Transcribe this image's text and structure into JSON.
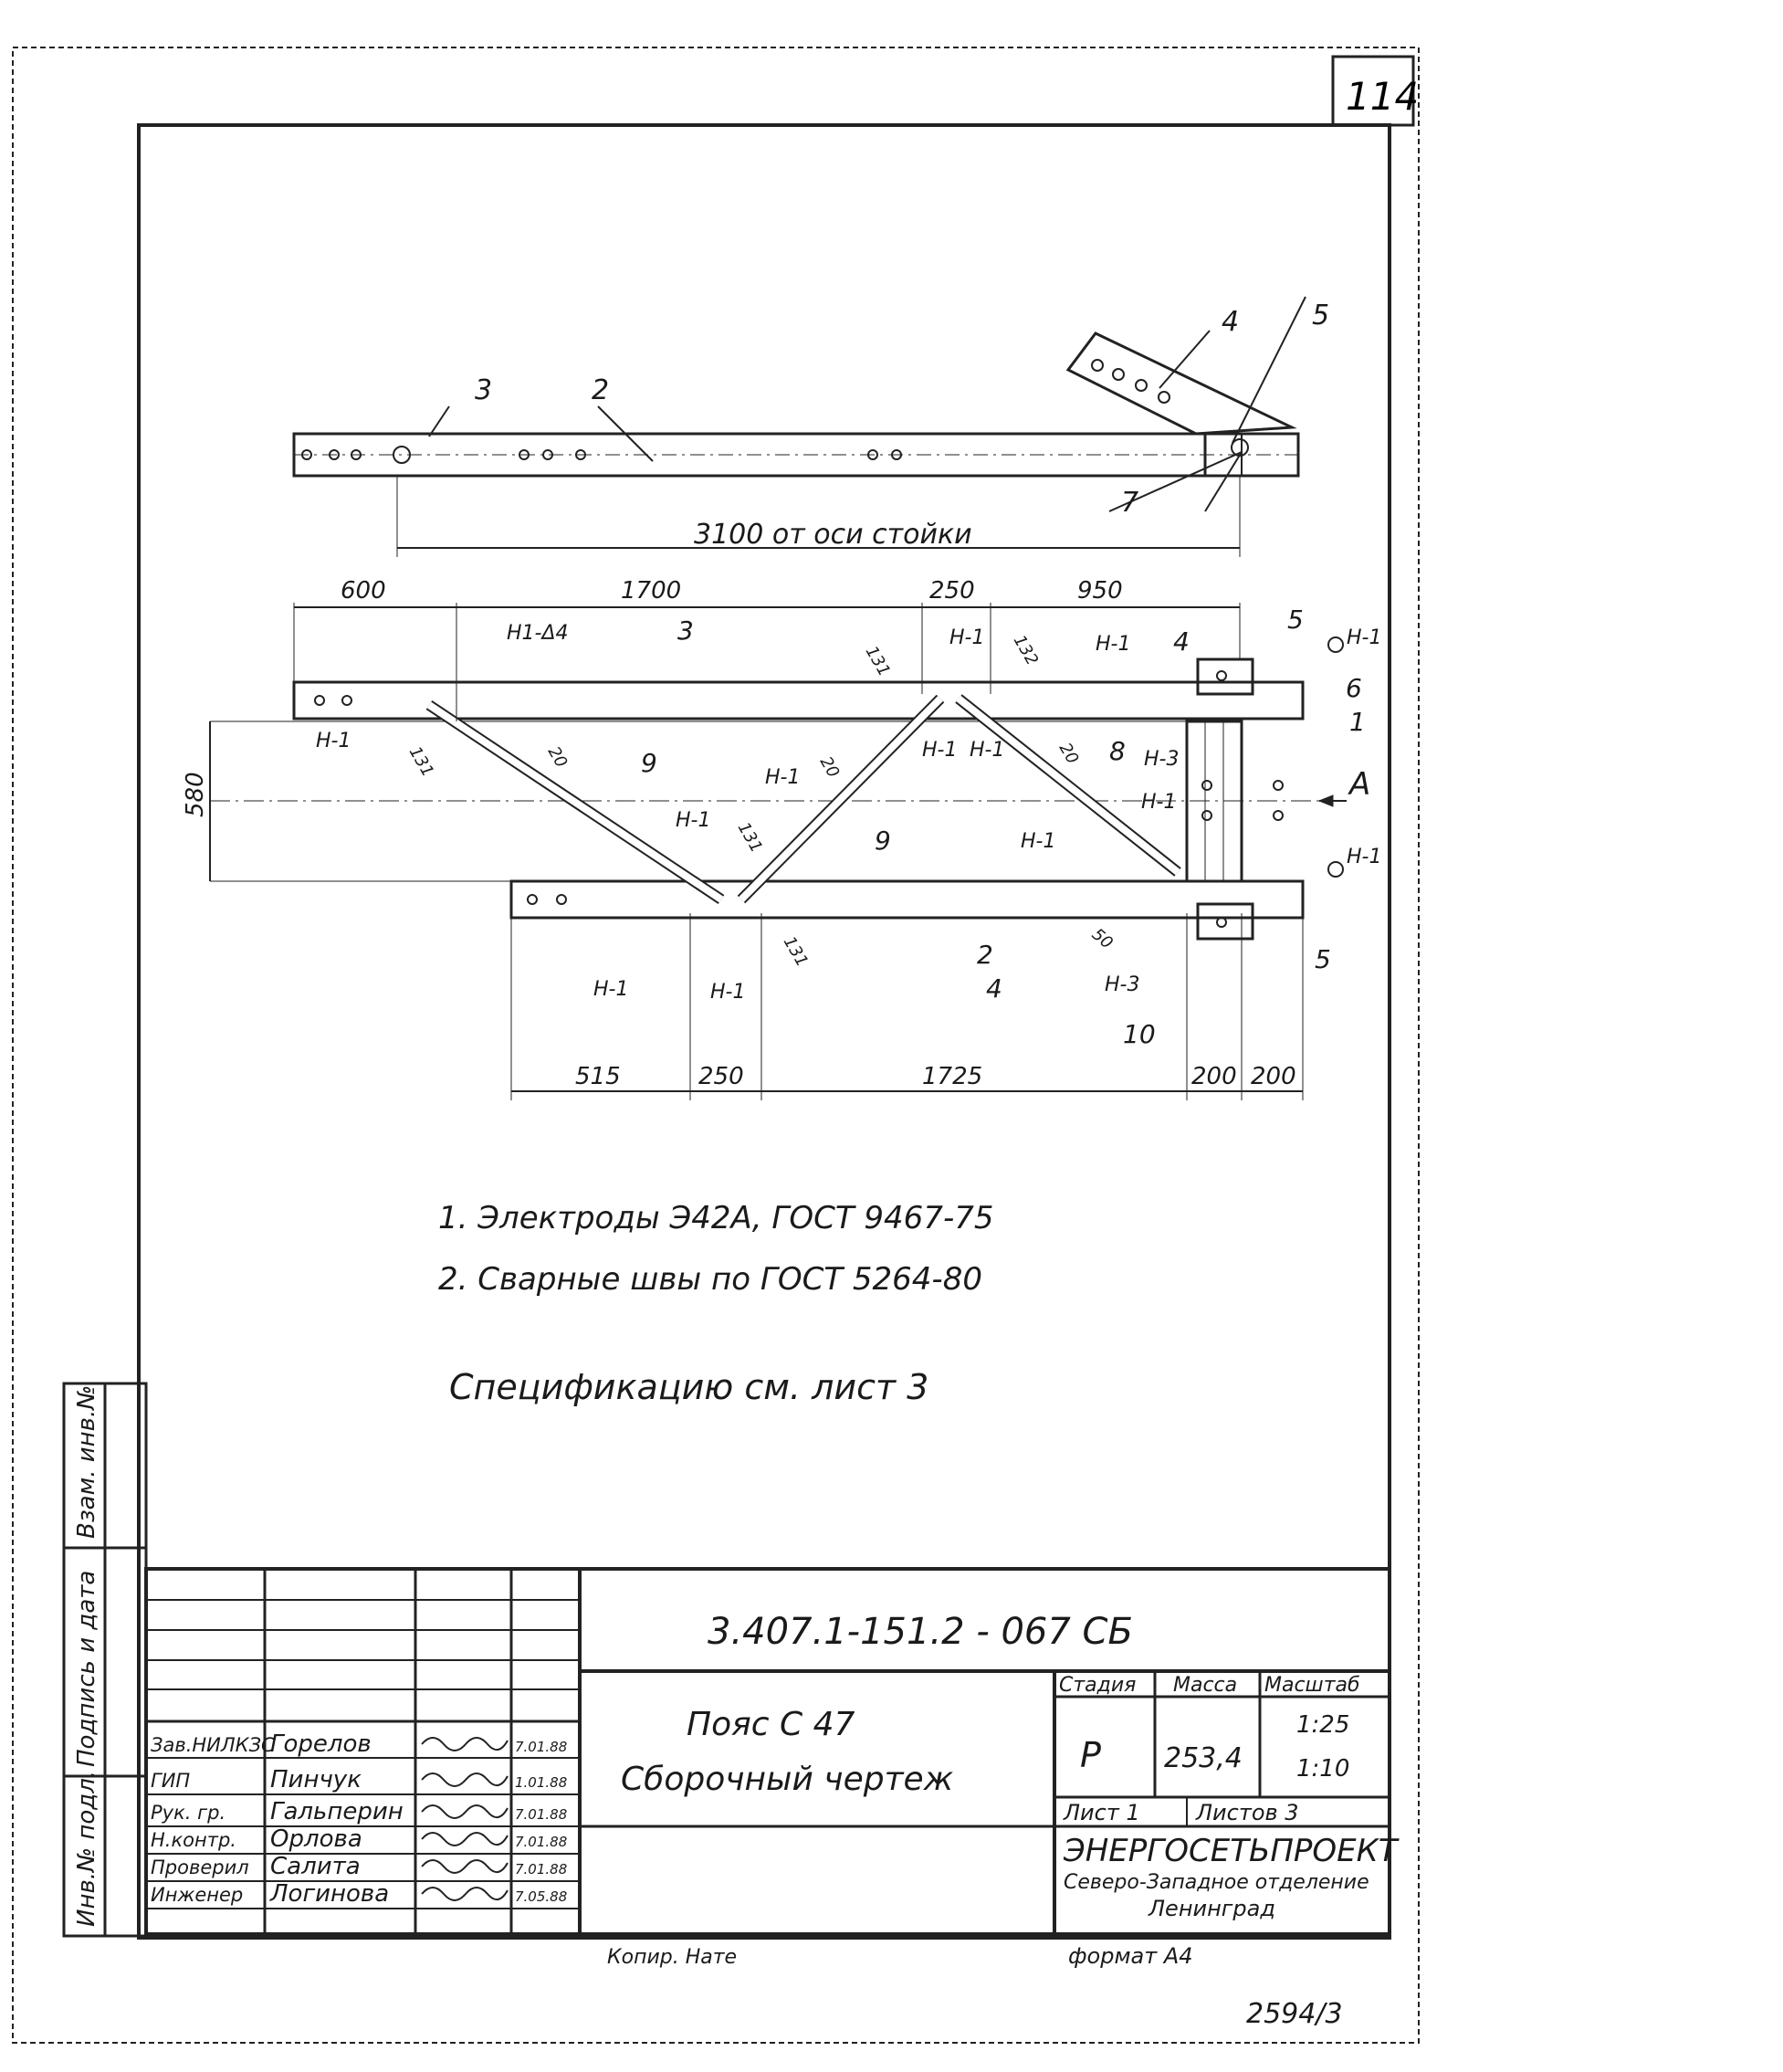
{
  "sheet": {
    "page_number": "114",
    "bottom_code": "2594/3",
    "format": "формат А4",
    "copy": "Копир. Нате"
  },
  "drawing": {
    "top_view": {
      "labels": [
        "3",
        "2",
        "4",
        "5",
        "7"
      ],
      "dim_span": "3100 от оси стойки"
    },
    "plan_view": {
      "dims_top": [
        "600",
        "1700",
        "250",
        "950"
      ],
      "dims_bottom": [
        "515",
        "250",
        "1725",
        "200",
        "200"
      ],
      "dim_height": "580",
      "weld_tags": [
        "Н1-Δ4",
        "Н-1",
        "Н-1",
        "Н-1",
        "Н-1",
        "Н-1",
        "Н-1",
        "Н-1",
        "Н-1",
        "Н-1",
        "Н-1",
        "Н-1",
        "Н-1",
        "Н-3",
        "Н-3"
      ],
      "part_labels": [
        "3",
        "9",
        "9",
        "8",
        "4",
        "6",
        "1",
        "5",
        "5",
        "2",
        "4",
        "10"
      ],
      "small_dims": [
        "131",
        "131",
        "131",
        "131",
        "132",
        "20",
        "20",
        "20",
        "50"
      ],
      "section_mark": "А"
    },
    "notes": [
      "1. Электроды Э42А, ГОСТ 9467-75",
      "2. Сварные швы по ГОСТ 5264-80"
    ],
    "spec_note": "Спецификацию см. лист 3"
  },
  "side_stamp": {
    "labels": [
      "Взам. инв.№",
      "Подпись и дата",
      "Инв.№ подл."
    ]
  },
  "title_block": {
    "doc_code": "3.407.1-151.2 - 067 СБ",
    "title_line1": "Пояс С 47",
    "title_line2": "Сборочный чертеж",
    "col_headers": {
      "stage": "Стадия",
      "mass": "Масса",
      "scale": "Масштаб"
    },
    "stage": "Р",
    "mass": "253,4",
    "scale1": "1:25",
    "scale2": "1:10",
    "sheet": "Лист 1",
    "sheets": "Листов 3",
    "org1": "ЭНЕРГОСЕТЬПРОЕКТ",
    "org2": "Северо-Западное отделение",
    "org3": "Ленинград",
    "signatures": [
      {
        "role": "Зав.НИЛКЗС",
        "name": "Горелов",
        "date": "7.01.88"
      },
      {
        "role": "ГИП",
        "name": "Пинчук",
        "date": "1.01.88"
      },
      {
        "role": "Рук. гр.",
        "name": "Гальперин",
        "date": "7.01.88"
      },
      {
        "role": "Н.контр.",
        "name": "Орлова",
        "date": "7.01.88"
      },
      {
        "role": "Проверил",
        "name": "Салита",
        "date": "7.01.88"
      },
      {
        "role": "Инженер",
        "name": "Логинова",
        "date": "7.05.88"
      }
    ]
  }
}
